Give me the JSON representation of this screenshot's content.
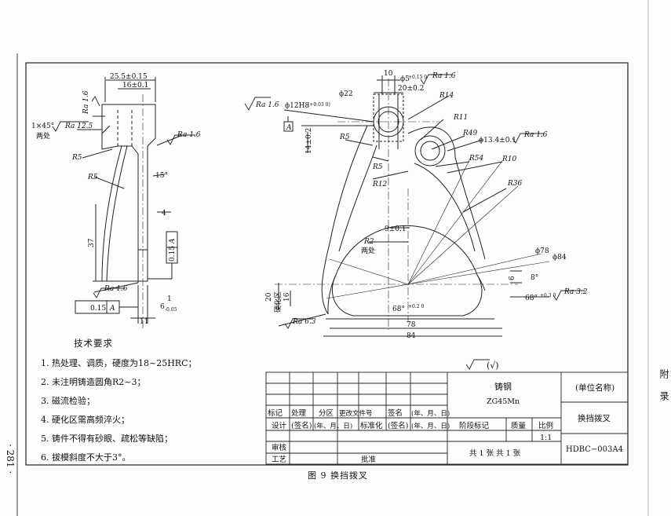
{
  "dims": {
    "d255": "25.5±0.15",
    "d16": "16±0.1",
    "chamfer": "1×45°",
    "both_sides": "两处",
    "r5a": "R5",
    "r5b": "R5",
    "ang15": "15°",
    "d4": "4",
    "d37": "37",
    "tol015": "0.15",
    "tol015_a": "A",
    "d1": "1",
    "d6": "6",
    "d6tol": "-0.05",
    "d11": "11",
    "box015": "0.15",
    "boxA": "A",
    "ra16a": "Ra 1.6",
    "ra125": "Ra 12.5",
    "ra16b": "Ra 1.6",
    "ra16c": "Ra 1.6",
    "ra16d": "Ra 1.6",
    "phi12": "ϕ12H8",
    "phi12tol": "(+0.03 0)",
    "datumA": "A",
    "d10": "10",
    "phi5": "ϕ5",
    "phi5tol": "+0.15 0",
    "ra16e": "Ra 1.6",
    "d20": "20±0.2",
    "phi22": "ϕ22",
    "r14": "R14",
    "r11": "R11",
    "r49": "R49",
    "phi134": "ϕ13.4±0.1",
    "ra16f": "Ra 1.6",
    "r54": "R54",
    "r10": "R10",
    "r5c": "R5",
    "r5d": "R5",
    "r12": "R12",
    "r36": "R36",
    "d14": "14±0.2",
    "d9": "9±0.1",
    "r2": "R2",
    "both2": "两处",
    "phi78": "ϕ78",
    "phi84": "ϕ84",
    "d6b": "6",
    "ang8": "8°",
    "d20b": "20",
    "d16b": "16",
    "hard": "硬化区",
    "ang68": "68°",
    "ang68tol": "+0.2 0",
    "ang68b": "68°",
    "ang68btol": "+0.3 0",
    "ra32": "Ra 3.2",
    "ra63": "Ra 6.3",
    "d78": "78",
    "d84": "84",
    "general_rough": "(√)"
  },
  "notes": {
    "title": "技术要求",
    "items": [
      "1. 热处理、调质，硬度为18~25HRC；",
      "2. 未注明铸造圆角R2~3；",
      "3. 磁流检验；",
      "4. 硬化区需高频淬火；",
      "5. 铸件不得有砂眼、疏松等缺陷；",
      "6. 拔模斜度不大于3°。"
    ]
  },
  "title_block": {
    "material": "铸钢",
    "material_grade": "ZG45Mn",
    "unit": "(单位名称)",
    "part_name": "换挡拨叉",
    "drawing_no": "HDBC−003A4",
    "h_mark": "标记",
    "h_proc": "处理",
    "h_zone": "分区",
    "h_doc": "更改文件号",
    "h_sign": "签名",
    "h_date": "(年、月、日)",
    "design": "设计",
    "sign1": "(签名)",
    "date1": "(年、月、日)",
    "std": "标准化",
    "sign2": "(签名)",
    "date2": "(年、月、日)",
    "stage": "阶段标记",
    "mass": "质量",
    "scale_label": "比例",
    "scale": "1:1",
    "review": "审核",
    "craft": "工艺",
    "approve": "批准",
    "sheets": "共 1 张  共 1 张"
  },
  "page_number": "· 281 ·",
  "side_label": "附  录",
  "caption": "图 9  换挡拨叉"
}
